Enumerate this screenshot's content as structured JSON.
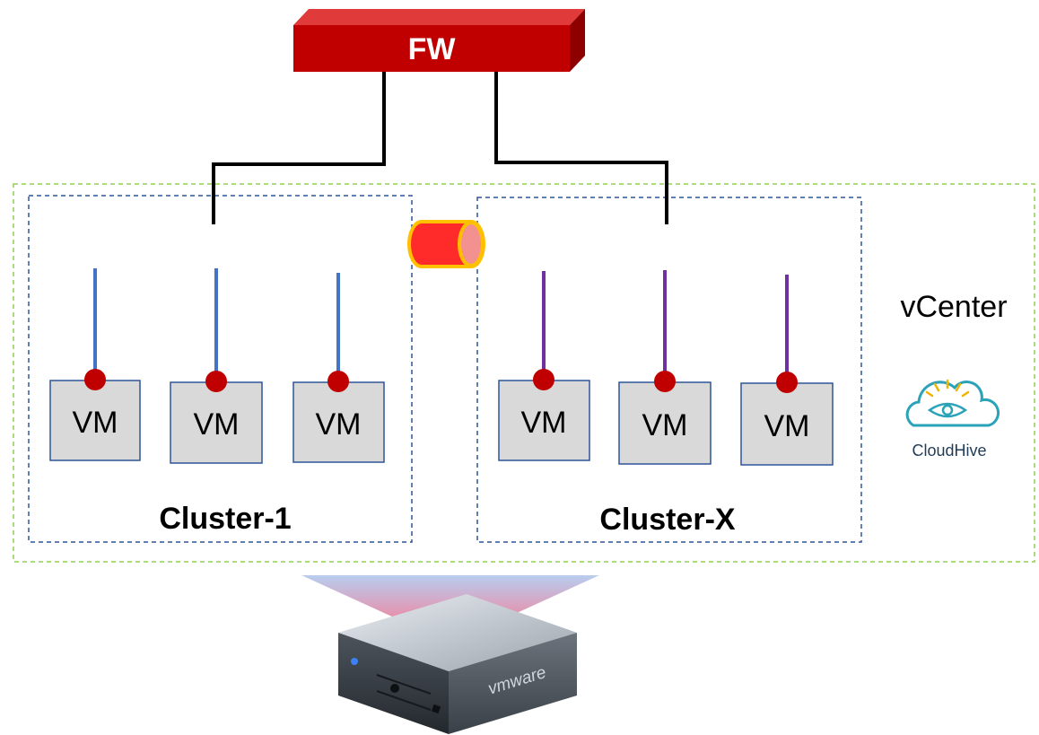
{
  "firewall": {
    "label": "FW"
  },
  "vcenter": {
    "label": "vCenter"
  },
  "brand": {
    "name": "CloudHive"
  },
  "server": {
    "brand_text": "vmware"
  },
  "clusters": [
    {
      "label": "Cluster-1",
      "vms": [
        "VM",
        "VM",
        "VM"
      ]
    },
    {
      "label": "Cluster-X",
      "vms": [
        "VM",
        "VM",
        "VM"
      ]
    }
  ],
  "colors": {
    "firewall": "#c00000",
    "cluster1_links": "#4472c4",
    "clusterx_links": "#7030a0",
    "vm_box": "#d9d9d9",
    "vm_dot": "#c00000",
    "vcenter_border": "#92d050",
    "cluster_border": "#2f5597",
    "tunnel_fill": "#ff3030",
    "tunnel_rim": "#ffc000"
  }
}
